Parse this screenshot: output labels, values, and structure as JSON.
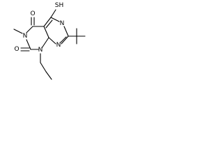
{
  "molecule": {
    "atoms": {
      "n_ring_top": "N",
      "n_ring_right": "N",
      "n_ring_bottom": "N",
      "n_methyl": "N",
      "o_top": "O",
      "o_left": "O",
      "sh_group": "SH"
    }
  }
}
